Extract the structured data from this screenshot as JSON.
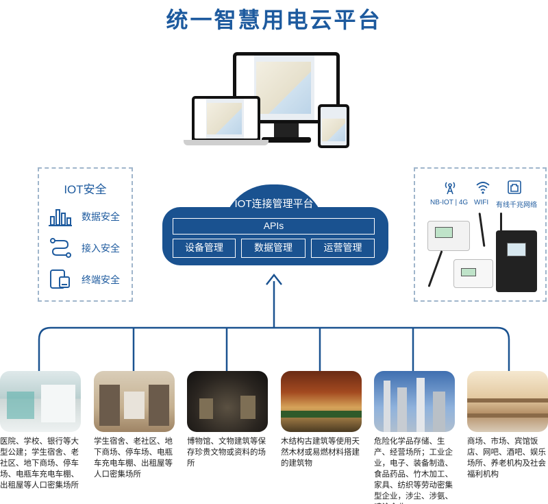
{
  "title": "统一智慧用电云平台",
  "security": {
    "title": "IOT安全",
    "items": [
      {
        "label": "数据安全",
        "icon": "bar-chart-icon"
      },
      {
        "label": "接入安全",
        "icon": "route-icon"
      },
      {
        "label": "终端安全",
        "icon": "devices-icon"
      }
    ]
  },
  "connectivity": [
    {
      "label": "NB-IOT | 4G",
      "icon": "antenna-icon"
    },
    {
      "label": "WIFI",
      "icon": "wifi-icon"
    },
    {
      "label": "有线千兆网络",
      "icon": "ethernet-icon"
    }
  ],
  "platform": {
    "title": "IOT连接管理平台",
    "apis": "APIs",
    "modules": [
      "设备管理",
      "数据管理",
      "运营管理"
    ]
  },
  "scenarios": [
    {
      "caption": "医院、学校、银行等大型公建；学生宿舍、老社区、地下商场、停车场、电瓶车充电车棚、出租屋等人口密集场所",
      "photo": "hospital-photo"
    },
    {
      "caption": "学生宿舍、老社区、地下商场、停车场、电瓶车充电车棚、出租屋等人口密集场所",
      "photo": "dormitory-photo"
    },
    {
      "caption": "博物馆、文物建筑等保存珍贵文物或资料的场所",
      "photo": "museum-photo"
    },
    {
      "caption": "木结构古建筑等使用天然木材或易燃材料搭建的建筑物",
      "photo": "ancient-building-photo"
    },
    {
      "caption": "危险化学品存储、生产、经营场所；工业企业，电子、装备制造、食品药品、竹木加工、家具、纺织等劳动密集型企业，涉尘、涉氨、喷涂企业",
      "photo": "chemical-plant-photo"
    },
    {
      "caption": "商场、市场、宾馆饭店、网吧、酒吧、娱乐场所、养老机构及社会福利机构",
      "photo": "mall-photo"
    }
  ],
  "colors": {
    "brand": "#1a5290",
    "accent": "#1d5a9e",
    "dashed": "#9fb5cb"
  }
}
